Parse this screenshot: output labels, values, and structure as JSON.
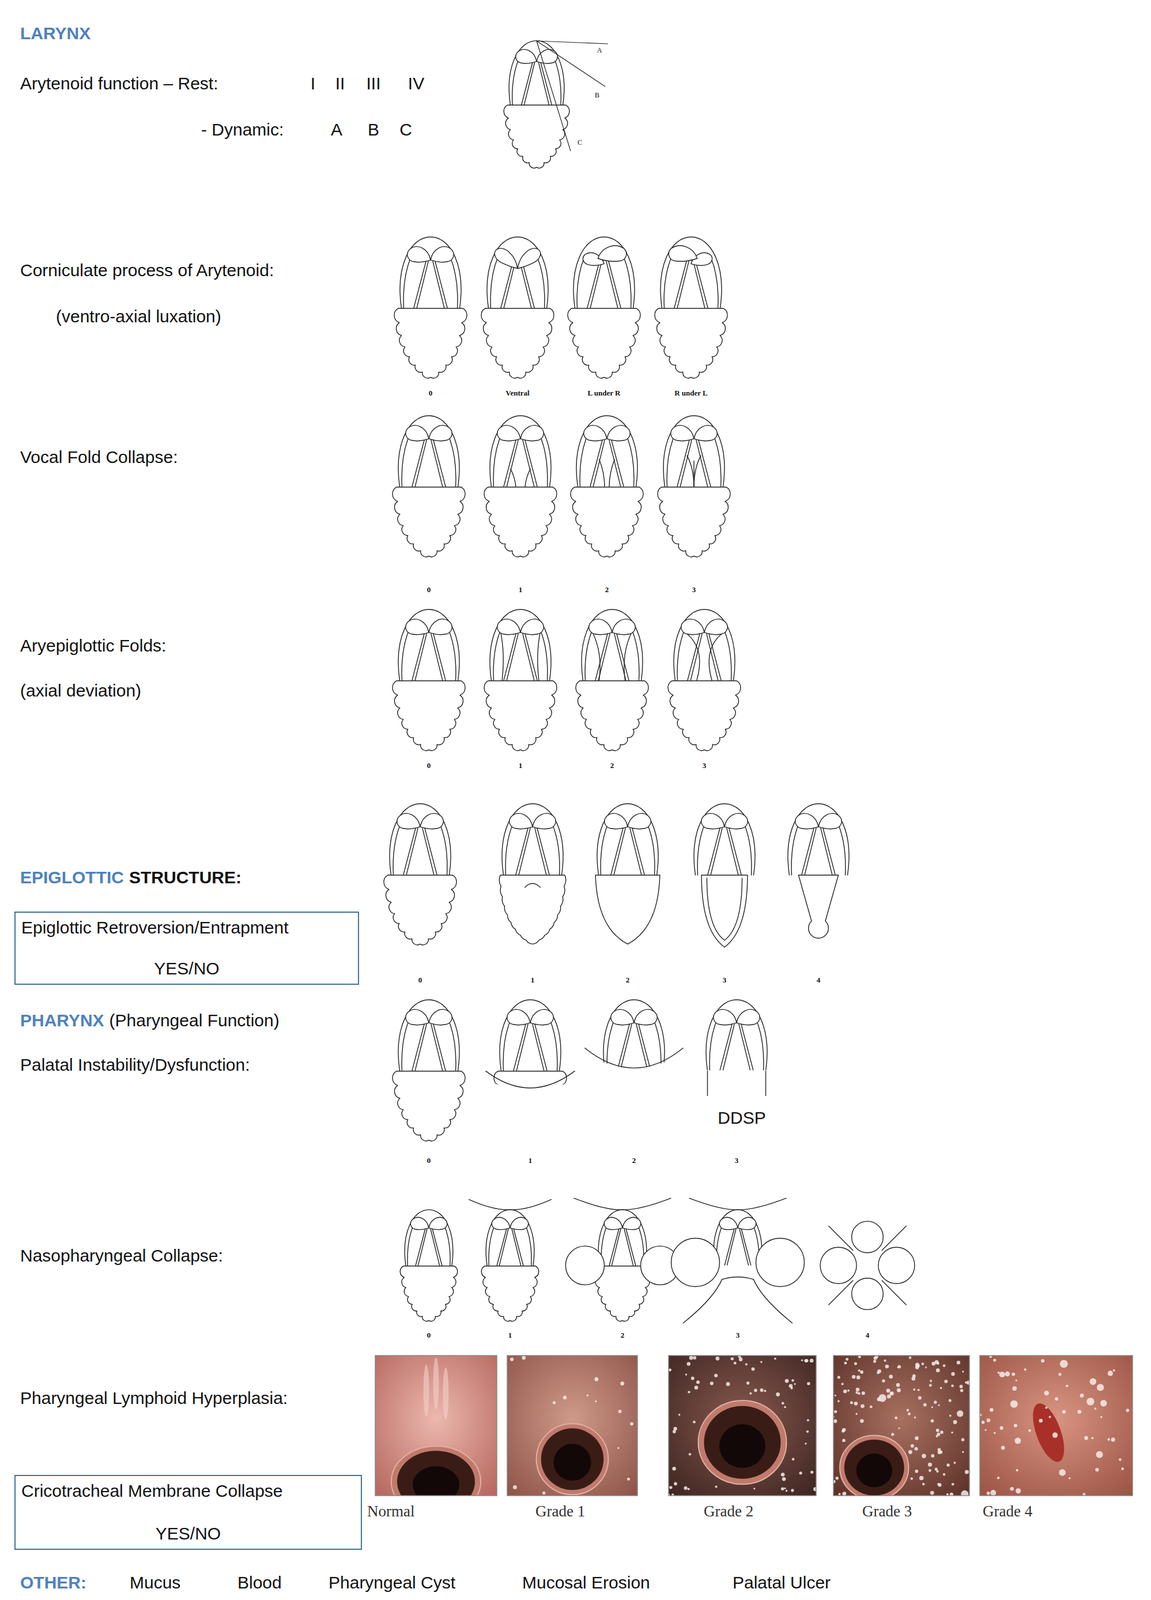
{
  "diagram": {
    "nodes": [
      {
        "text": [
          "Epiglottic Retroversion/Entrapment",
          "YES/NO"
        ]
      },
      {
        "text": [
          "Cricotracheal Membrane Collapse",
          "YES/NO"
        ]
      }
    ],
    "labels": [
      "LARYNX",
      "Arytenoid function – Rest:",
      "I",
      "II",
      "III",
      "IV",
      "- Dynamic:",
      "A",
      "B",
      "C",
      "A",
      "B",
      "C",
      "Corniculate process of Arytenoid:",
      "(ventro-axial luxation)",
      "0",
      "Ventral",
      "L under R",
      "R under L",
      "Vocal Fold Collapse:",
      "0",
      "1",
      "2",
      "3",
      "Aryepiglottic Folds:",
      "(axial deviation)",
      "0",
      "1",
      "2",
      "3",
      "EPIGLOTTIC",
      "STRUCTURE:",
      "0",
      "1",
      "2",
      "3",
      "4",
      "PHARYNX",
      "(Pharyngeal Function)",
      "Palatal Instability/Dysfunction:",
      "DDSP",
      "0",
      "1",
      "2",
      "3",
      "Nasopharyngeal Collapse:",
      "0",
      "1",
      "2",
      "3",
      "4",
      "Pharyngeal Lymphoid Hyperplasia:",
      "Normal",
      "Grade 1",
      "Grade 2",
      "Grade 3",
      "Grade 4",
      "OTHER:",
      "Mucus",
      "Blood",
      "Pharyngeal Cyst",
      "Mucosal Erosion",
      "Palatal Ulcer"
    ]
  }
}
